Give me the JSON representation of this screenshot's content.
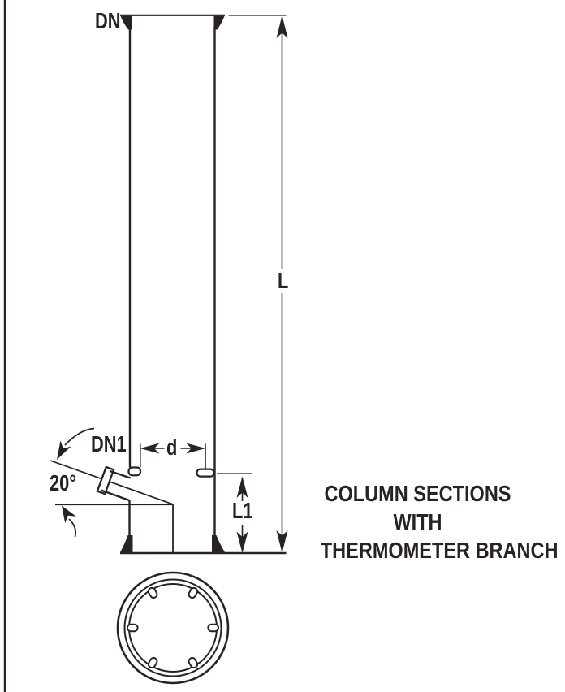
{
  "drawing": {
    "line_color": "#282321",
    "background": "#ffffff",
    "labels": {
      "nominal_bore": "DN",
      "branch_nominal_bore": "DN1",
      "branch_angle": "20°",
      "joint_inner_diameter": "d",
      "section_length": "L",
      "branch_section_length": "L1"
    },
    "title": {
      "line1": "COLUMN SECTIONS",
      "line2": "WITH",
      "line3": "THERMOMETER BRANCH"
    }
  }
}
